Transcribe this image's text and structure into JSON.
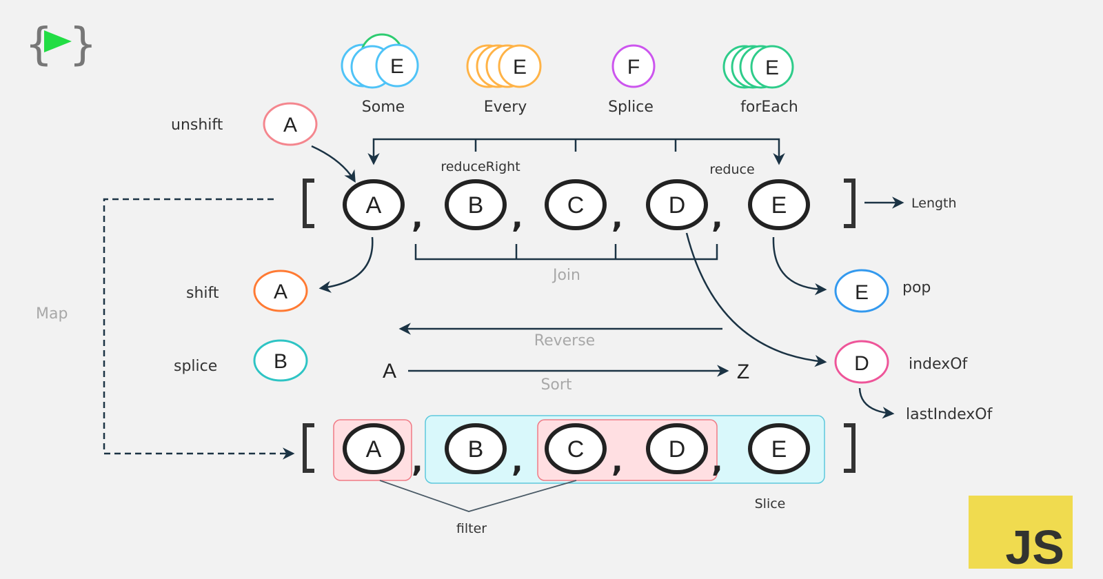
{
  "logo": {
    "left_brace": "{",
    "right_brace": "}",
    "play_color": "#22dd44",
    "brace_color": "#777777"
  },
  "badge": {
    "text": "JS",
    "bg_color": "#f0db4f",
    "text_color": "#323330"
  },
  "colors": {
    "arrow": "#1b3344",
    "some": "#4fc3f7",
    "some_accent": "#2ecc71",
    "every": "#ffb347",
    "splice_top": "#cc55ee",
    "foreach": "#2ecc8a",
    "unshift": "#f4868e",
    "shift": "#ff7a33",
    "splice": "#2ec4c4",
    "pop": "#3399ee",
    "indexof": "#ee5599",
    "filter_fill": "#ffdfe2",
    "filter_stroke": "#f07a85",
    "slice_fill": "#d9f8fb",
    "slice_stroke": "#5cc8dc"
  },
  "top_methods": [
    {
      "letter": "E",
      "label": "Some"
    },
    {
      "letter": "E",
      "label": "Every"
    },
    {
      "letter": "F",
      "label": "Splice"
    },
    {
      "letter": "E",
      "label": "forEach"
    }
  ],
  "main_array": {
    "open": "[",
    "close": "]",
    "separator": ",",
    "elements": [
      "A",
      "B",
      "C",
      "D",
      "E"
    ]
  },
  "filtered_array": {
    "open": "[",
    "close": "]",
    "separator": ",",
    "elements": [
      "A",
      "B",
      "C",
      "D",
      "E"
    ]
  },
  "labels": {
    "reduce_right": "reduceRight",
    "reduce": "reduce",
    "length": "Length",
    "join": "Join",
    "reverse": "Reverse",
    "sort": "Sort",
    "sort_from": "A",
    "sort_to": "Z",
    "map": "Map",
    "filter": "filter",
    "slice": "Slice"
  },
  "side_methods": {
    "unshift": {
      "label": "unshift",
      "letter": "A"
    },
    "shift": {
      "label": "shift",
      "letter": "A"
    },
    "splice": {
      "label": "splice",
      "letter": "B"
    },
    "pop": {
      "label": "pop",
      "letter": "E"
    },
    "index_of": {
      "label": "indexOf",
      "letter": "D"
    },
    "last_index_of": {
      "label": "lastIndexOf"
    }
  }
}
